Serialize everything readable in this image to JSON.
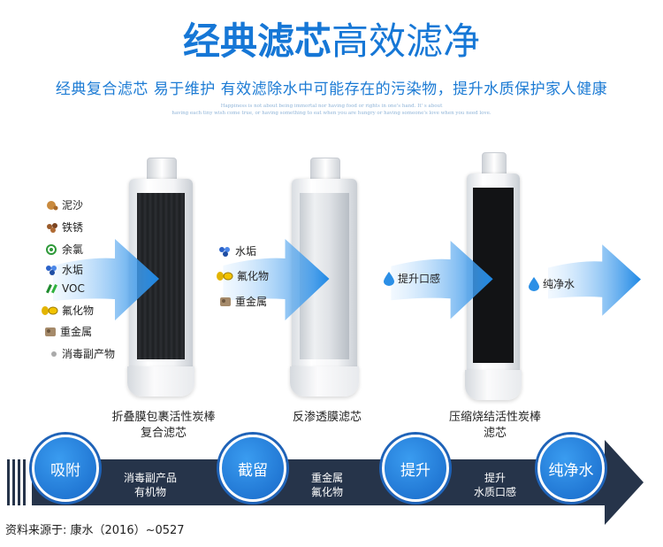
{
  "header": {
    "title_bold": "经典滤芯",
    "title_light": "高效滤净",
    "subtitle": "经典复合滤芯 易于维护 有效滤除水中可能存在的污染物，提升水质保护家人健康",
    "tiny_line1": "Happiness is not about being immortal nor having food or rights in one's hand. It' s about",
    "tiny_line2": "having each tiny wish come true, or having something to eat when you are hungry or having someone's love when you need love."
  },
  "contaminants_left": [
    {
      "label": "泥沙",
      "icon": "sand-icon"
    },
    {
      "label": "铁锈",
      "icon": "rust-icon"
    },
    {
      "label": "余氯",
      "icon": "chlorine-icon"
    },
    {
      "label": "水垢",
      "icon": "scale-icon"
    },
    {
      "label": "VOC",
      "icon": "voc-icon"
    },
    {
      "label": "氟化物",
      "icon": "fluoride-icon"
    },
    {
      "label": "重金属",
      "icon": "heavy-metal-icon"
    },
    {
      "label": "消毒副产物",
      "icon": "disinfection-byproduct-icon"
    }
  ],
  "contaminants_middle": [
    {
      "label": "水垢",
      "icon": "scale-icon"
    },
    {
      "label": "氟化物",
      "icon": "fluoride-icon"
    },
    {
      "label": "重金属",
      "icon": "heavy-metal-icon"
    }
  ],
  "drops": [
    {
      "label": "提升口感",
      "icon": "water-drop-icon"
    },
    {
      "label": "纯净水",
      "icon": "water-drop-icon"
    }
  ],
  "cartridges": [
    {
      "label_line1": "折叠膜包裹活性炭棒",
      "label_line2": "复合滤芯"
    },
    {
      "label_line1": "反渗透膜滤芯",
      "label_line2": ""
    },
    {
      "label_line1": "压缩烧结活性炭棒",
      "label_line2": "滤芯"
    }
  ],
  "process": {
    "stages": [
      "吸附",
      "截留",
      "提升",
      "纯净水"
    ],
    "descriptions": [
      {
        "line1": "消毒副产品",
        "line2": "有机物"
      },
      {
        "line1": "重金属",
        "line2": "氟化物"
      },
      {
        "line1": "提升",
        "line2": "水质口感"
      }
    ]
  },
  "source": "资料来源于: 康水（2016）~0527",
  "colors": {
    "accent": "#1677d6",
    "band": "#26344a",
    "circle": "#1f7ad9"
  }
}
